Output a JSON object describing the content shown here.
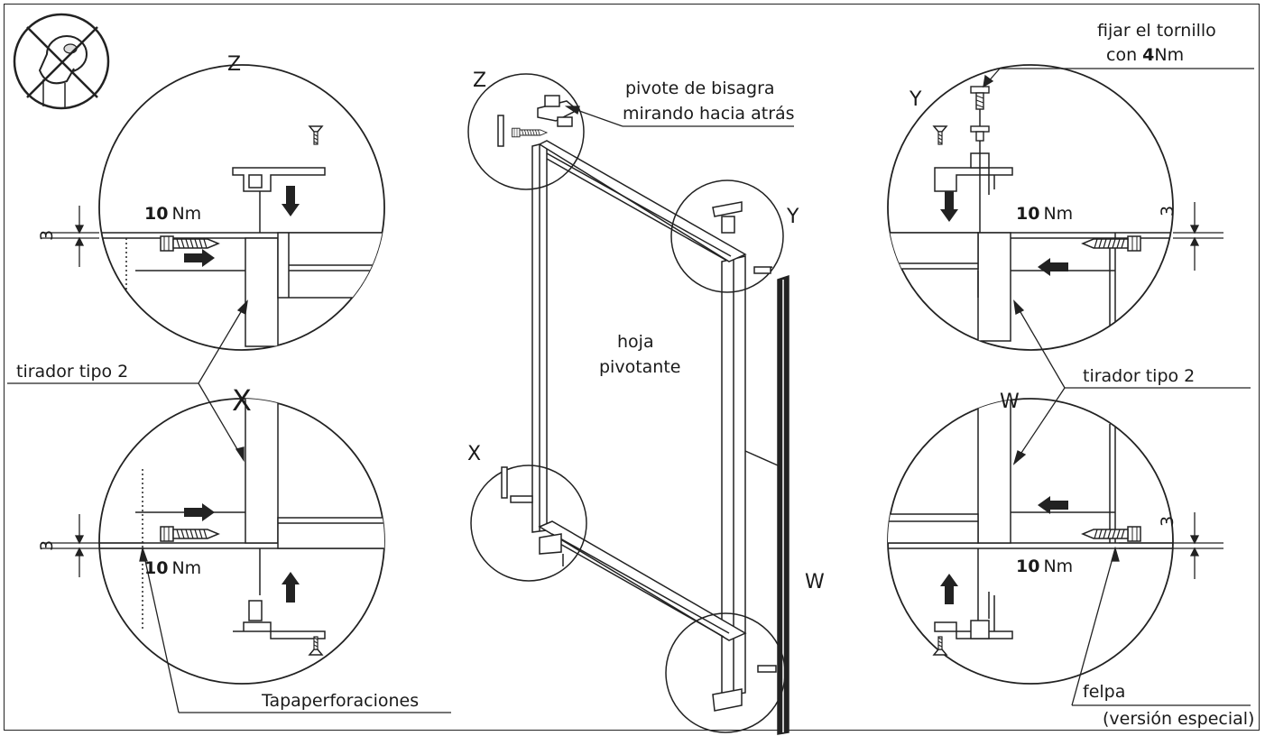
{
  "labels": {
    "detail_z": "Z",
    "detail_y": "Y",
    "detail_x": "X",
    "detail_w": "W",
    "hinge_pivot_line1": "pivote de bisagra",
    "hinge_pivot_line2": "mirando hacia atrás",
    "fix_screw_line1": "fijar el tornillo",
    "fix_screw_prefix": "con ",
    "fix_screw_value": "4",
    "fix_screw_unit": "Nm",
    "pivot_leaf_line1": "hoja",
    "pivot_leaf_line2": "pivotante",
    "handle_left": "tirador tipo 2",
    "handle_right": "tirador tipo 2",
    "hole_cover": "Tapaperforaciones",
    "felt_line1": "felpa",
    "felt_line2": "(versión especial)",
    "gap_value": "3",
    "torque_value": "10",
    "torque_unit": "Nm"
  },
  "colors": {
    "line": "#1a1a1a",
    "fill_dark": "#222222",
    "fill_light": "#ffffff"
  },
  "icons": {
    "no_round_handle": "prohibited-round-knob-icon",
    "arrow": "solid-arrow-icon",
    "screw": "screw-icon"
  }
}
